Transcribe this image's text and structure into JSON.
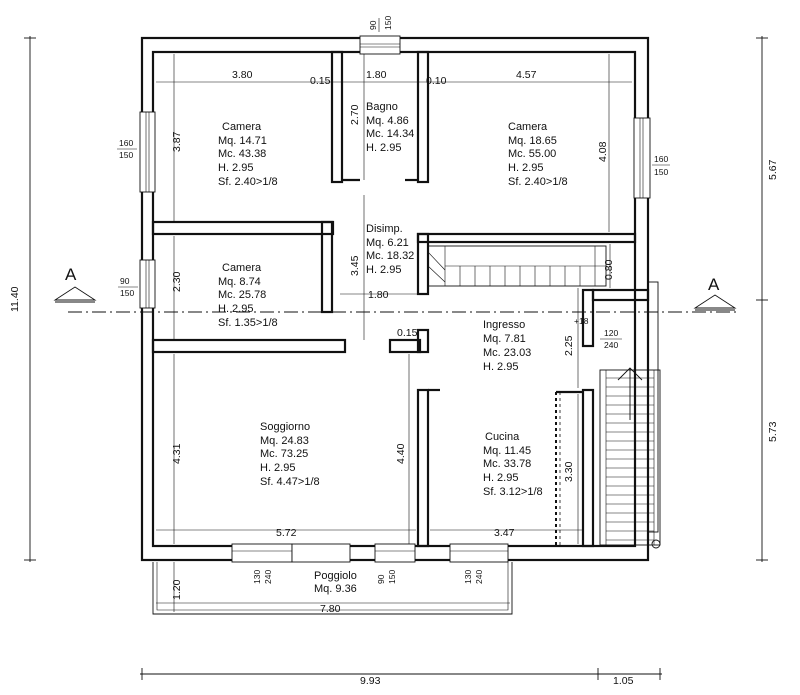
{
  "rooms": [
    {
      "name": "Camera",
      "mq": "Mq. 14.71",
      "mc": "Mc. 43.38",
      "h": "H.  2.95",
      "sf": "Sf.  2.40>1/8"
    },
    {
      "name": "Bagno",
      "mq": "Mq. 4.86",
      "mc": "Mc. 14.34",
      "h": "H.  2.95",
      "sf": ""
    },
    {
      "name": "Camera",
      "mq": "Mq. 18.65",
      "mc": "Mc. 55.00",
      "h": "H.  2.95",
      "sf": "Sf.  2.40>1/8"
    },
    {
      "name": "Camera",
      "mq": "Mq. 8.74",
      "mc": "Mc. 25.78",
      "h": "H.  2.95",
      "sf": "Sf.  1.35>1/8"
    },
    {
      "name": "Disimp.",
      "mq": "Mq. 6.21",
      "mc": "Mc. 18.32",
      "h": "H.  2.95",
      "sf": ""
    },
    {
      "name": "Ingresso",
      "mq": "Mq. 7.81",
      "mc": "Mc. 23.03",
      "h": "H.  2.95",
      "sf": ""
    },
    {
      "name": "Soggiorno",
      "mq": "Mq. 24.83",
      "mc": "Mc. 73.25",
      "h": "H.  2.95",
      "sf": "Sf.  4.47>1/8"
    },
    {
      "name": "Cucina",
      "mq": "Mq. 11.45",
      "mc": "Mc. 33.78",
      "h": "H.  2.95",
      "sf": "Sf.  3.12>1/8"
    },
    {
      "name": "Poggiolo",
      "mq": "Mq. 9.36",
      "mc": "",
      "h": "",
      "sf": ""
    }
  ],
  "dims": {
    "d380": "3.80",
    "d015a": "0.15",
    "d180a": "1.80",
    "d010": "0.10",
    "d457": "4.57",
    "d387": "3.87",
    "d270": "2.70",
    "d408": "4.08",
    "d230": "2.30",
    "d345": "3.45",
    "d180b": "1.80",
    "d080": "0.80",
    "d015b": "0.15",
    "d225": "2.25",
    "d18": "+18",
    "d431": "4.31",
    "d440": "4.40",
    "d330": "3.30",
    "d572": "5.72",
    "d347": "3.47",
    "d120": "1.20",
    "d780": "7.80",
    "d1140": "11.40",
    "d567": "5.67",
    "d573": "5.73",
    "d993": "9.93",
    "d105": "1.05"
  },
  "openings": {
    "w1_top": "90",
    "w1_bot": "150",
    "w2_top": "160",
    "w2_bot": "150",
    "w3_top": "160",
    "w3_bot": "150",
    "w4_top": "90",
    "w4_bot": "150",
    "w5_top": "120",
    "w5_bot": "240",
    "w6_top": "130",
    "w6_bot": "240",
    "w7_top": "90",
    "w7_bot": "150",
    "w8_top": "130",
    "w8_bot": "240"
  },
  "section": {
    "left": "A",
    "right": "A"
  }
}
